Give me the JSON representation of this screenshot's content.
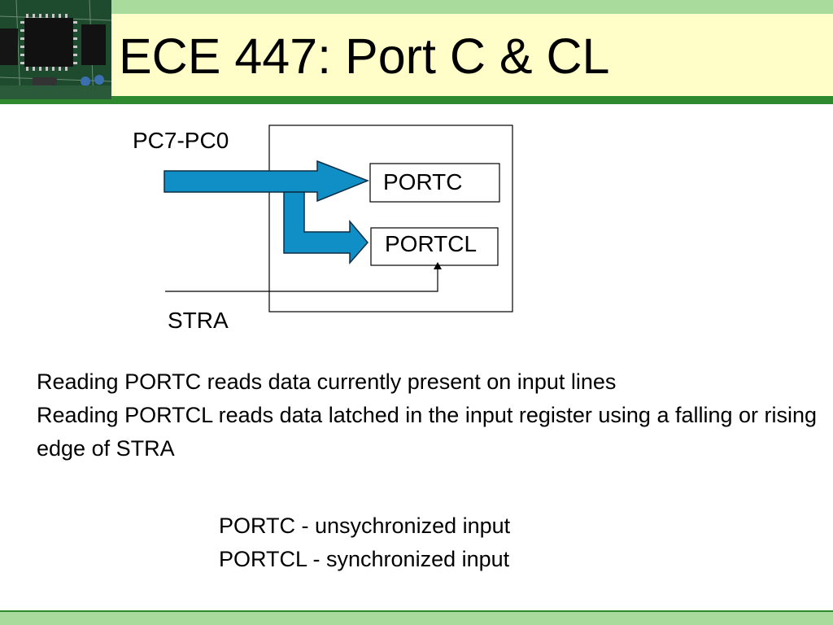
{
  "slide": {
    "title": "ECE 447: Port C & CL"
  },
  "diagram": {
    "input_label": "PC7-PC0",
    "register_portc": "PORTC",
    "register_portcl": "PORTCL",
    "strobe_label": "STRA",
    "arrow_color": "#0f8fc5"
  },
  "description": {
    "line1": "Reading PORTC reads data currently present on input lines",
    "line2": "Reading PORTCL reads data latched in the input register using a falling or rising edge of STRA"
  },
  "summary": {
    "line1": "PORTC - unsychronized input",
    "line2": "PORTCL - synchronized input"
  },
  "theme": {
    "header_green": "#a9dc9c",
    "title_band_yellow": "#fffdc8",
    "rule_green": "#2f8a2f"
  }
}
